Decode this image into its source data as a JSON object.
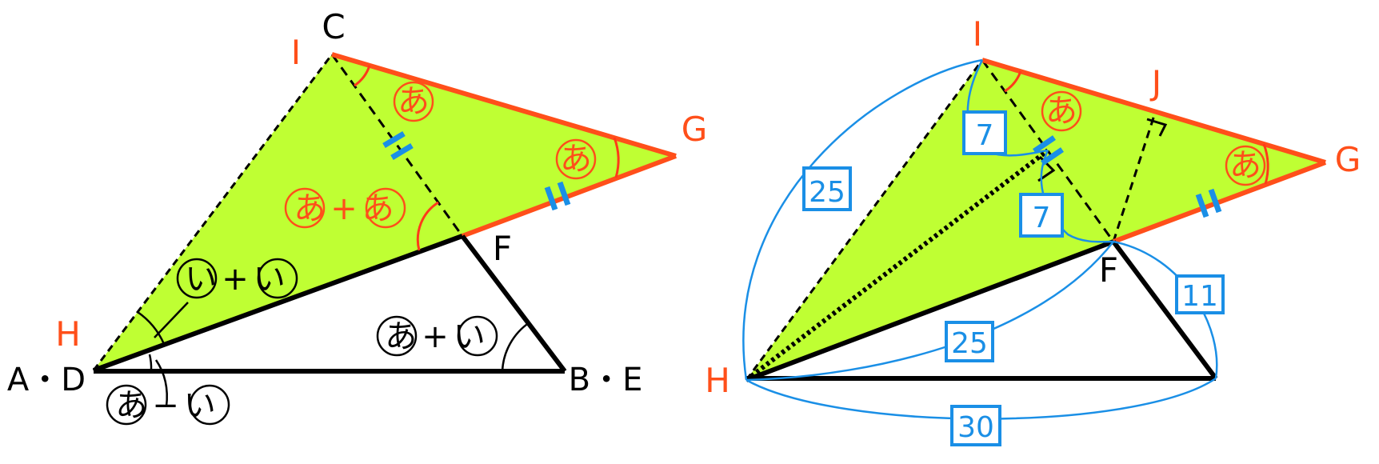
{
  "colors": {
    "fill": "#bfff33",
    "orange": "#ff4f1a",
    "blue": "#1a8fe6",
    "black": "#000000",
    "arc_red": "#ff3a1a"
  },
  "left": {
    "points": {
      "C": "C",
      "I": "I",
      "G": "G",
      "F": "F",
      "H": "H",
      "AD": "A・D",
      "BE": "B・E"
    },
    "angles": {
      "a_top": "あ",
      "a_right": "あ",
      "a_plus_a": "あ+あ",
      "i_plus_i": "い+い",
      "a_plus_i": "あ+い",
      "a_minus_i": "あ−い"
    }
  },
  "right": {
    "points": {
      "I": "I",
      "J": "J",
      "G": "G",
      "F": "F",
      "H": "H"
    },
    "angles": {
      "a_top": "あ",
      "a_right": "あ"
    },
    "lengths": {
      "IH": "25",
      "I_mid": "7",
      "mid_F": "7",
      "HF": "25",
      "F_bottom": "11",
      "H_bottom": "30"
    }
  }
}
